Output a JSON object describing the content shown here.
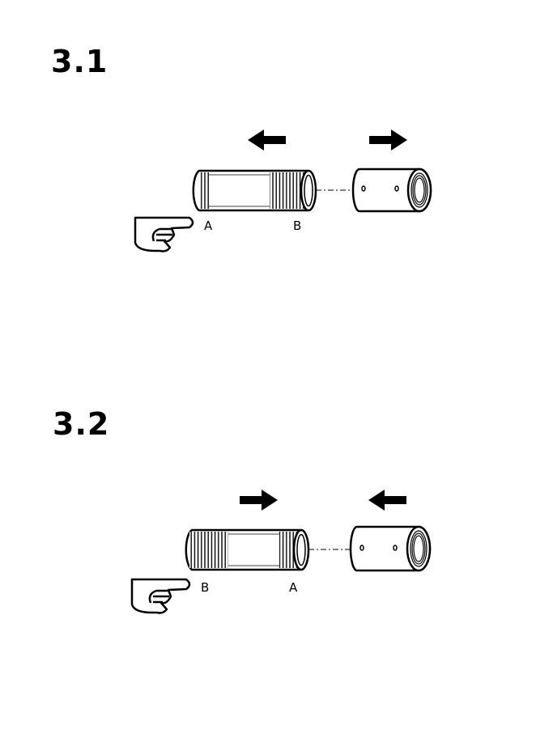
{
  "steps": [
    {
      "number": "3.1",
      "labels": [
        "A",
        "B"
      ],
      "left_arrow": "arrow-left",
      "right_arrow": "arrow-right",
      "pointer_icon": "pointing-hand-icon"
    },
    {
      "number": "3.2",
      "labels": [
        "B",
        "A"
      ],
      "left_arrow": "arrow-right",
      "right_arrow": "arrow-left",
      "pointer_icon": "pointing-hand-icon"
    }
  ]
}
